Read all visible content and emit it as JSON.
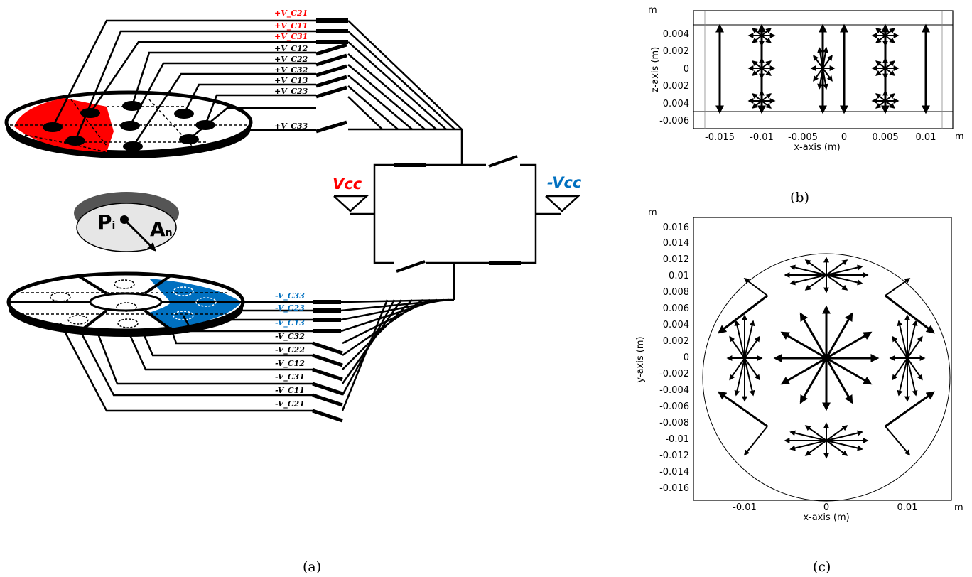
{
  "diagram_a": {
    "positive_labels": [
      "+V_C21",
      "+V_C11",
      "+V_C31",
      "+V_C12",
      "+V_C22",
      "+V_C32",
      "+V_C13",
      "+V_C23",
      "+V_C33"
    ],
    "negative_labels": [
      "-V_C33",
      "-V_C23",
      "-V_C13",
      "-V_C32",
      "-V_C22",
      "-V_C12",
      "-V_C31",
      "-V_C11",
      "-V_C21"
    ],
    "vcc_label": "Vcc",
    "neg_vcc_label": "-Vcc",
    "p_label": "P",
    "p_sub": "i",
    "a_label": "A",
    "a_sub": "n",
    "colors": {
      "red": "#ff0000",
      "blue": "#0070c0",
      "black": "#000000"
    },
    "caption": "(a)"
  },
  "plot_b": {
    "unit_label_top": "m",
    "unit_label_right": "m",
    "ylabel": "z-axis (m)",
    "xlabel": "x-axis (m)",
    "yticks": [
      "0.004",
      "0.002",
      "0",
      "0.002",
      "0.004",
      "-0.006"
    ],
    "xticks": [
      "-0.015",
      "-0.01",
      "-0.005",
      "0",
      "0.005",
      "0.01"
    ],
    "caption": "(b)"
  },
  "plot_c": {
    "unit_label_top": "m",
    "unit_label_right": "m",
    "ylabel": "y-axis (m)",
    "xlabel": "x-axis (m)",
    "yticks": [
      "0.016",
      "0.014",
      "0.012",
      "0.01",
      "0.008",
      "0.006",
      "0.004",
      "0.002",
      "0",
      "-0.002",
      "-0.004",
      "-0.006",
      "-0.008",
      "-0.01",
      "-0.012",
      "-0.014",
      "-0.016"
    ],
    "xticks": [
      "-0.01",
      "0",
      "0.01"
    ],
    "caption": "(c)"
  }
}
